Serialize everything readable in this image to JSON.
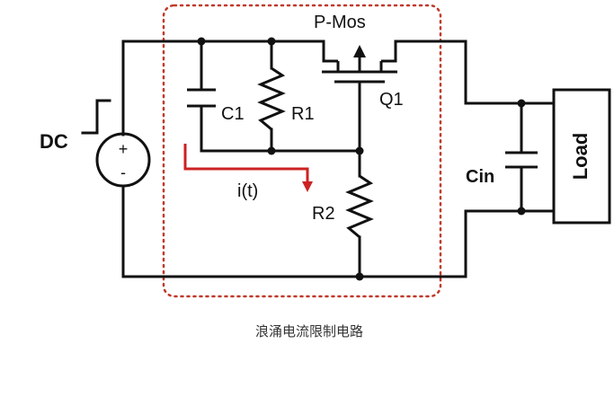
{
  "labels": {
    "dc": "DC",
    "pmos": "P-Mos",
    "q1": "Q1",
    "c1": "C1",
    "r1": "R1",
    "r2": "R2",
    "current": "i(t)",
    "cin": "Cin",
    "load": "Load",
    "plus": "+",
    "minus": "-"
  },
  "caption": "浪涌电流限制电路",
  "colors": {
    "wire": "#111111",
    "current_arrow": "#cc2222",
    "dotted_box": "#c0392b"
  }
}
